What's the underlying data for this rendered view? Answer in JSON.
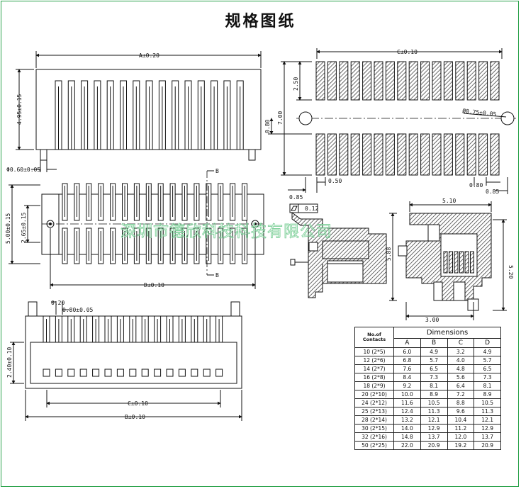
{
  "title": "规格图纸",
  "watermark": "深圳市德欣科技科技有限公司",
  "colors": {
    "frame": "#2aa24a",
    "watermark": "#7fd09a",
    "line": "#111111",
    "hatch": "#555555"
  },
  "labels": {
    "dim_a": "A±0.20",
    "dim_495": "4.95±0.15",
    "dim_060": "Φ0.60±0.05",
    "dim_c_top": "C±0.10",
    "dim_250": "2.50",
    "dim_700": "7.00",
    "dim_080v": "0.80",
    "dim_075": "Ø0.75±0.05",
    "dim_085l": "0.85",
    "dim_050": "0.50",
    "dim_080h": "0.80",
    "dim_085r": "0.85",
    "dim_500": "5.00±0.15",
    "dim_265": "2.65±0.15",
    "dim_d": "D±0.10",
    "sec_b1": "B",
    "sec_b2": "B",
    "flat": "0.12",
    "dim_510": "5.10",
    "dim_588": "5.88",
    "dim_520": "5.20",
    "dim_300": "3.00",
    "dim_020": "0.20",
    "dim_080b": "0.80±0.05",
    "dim_240": "2.40±0.10",
    "dim_c_bot": "C±0.10",
    "dim_b": "B±0.10"
  },
  "table": {
    "title": "Dimensions",
    "contacts_header": "No.of Contacts",
    "columns": [
      "A",
      "B",
      "C",
      "D"
    ],
    "rows": [
      [
        "10 (2*5)",
        "6.0",
        "4.9",
        "3.2",
        "4.9"
      ],
      [
        "12 (2*6)",
        "6.8",
        "5.7",
        "4.0",
        "5.7"
      ],
      [
        "14 (2*7)",
        "7.6",
        "6.5",
        "4.8",
        "6.5"
      ],
      [
        "16 (2*8)",
        "8.4",
        "7.3",
        "5.6",
        "7.3"
      ],
      [
        "18 (2*9)",
        "9.2",
        "8.1",
        "6.4",
        "8.1"
      ],
      [
        "20 (2*10)",
        "10.0",
        "8.9",
        "7.2",
        "8.9"
      ],
      [
        "24 (2*12)",
        "11.6",
        "10.5",
        "8.8",
        "10.5"
      ],
      [
        "25 (2*13)",
        "12.4",
        "11.3",
        "9.6",
        "11.3"
      ],
      [
        "28 (2*14)",
        "13.2",
        "12.1",
        "10.4",
        "12.1"
      ],
      [
        "30 (2*15)",
        "14.0",
        "12.9",
        "11.2",
        "12.9"
      ],
      [
        "32 (2*16)",
        "14.8",
        "13.7",
        "12.0",
        "13.7"
      ],
      [
        "50 (2*25)",
        "22.0",
        "20.9",
        "19.2",
        "20.9"
      ]
    ]
  }
}
